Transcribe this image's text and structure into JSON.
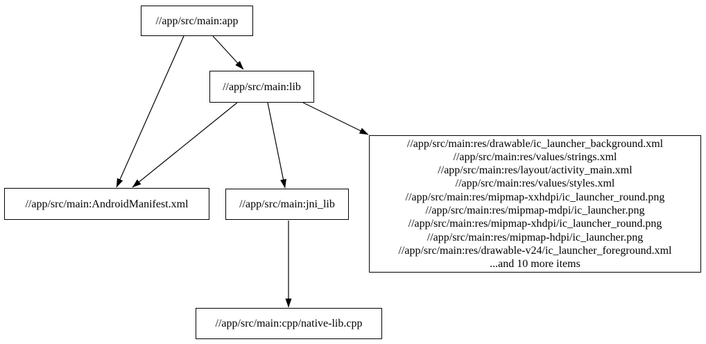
{
  "canvas": {
    "background_color": "#ffffff",
    "node_border_color": "#000000",
    "edge_color": "#000000",
    "text_color": "#000000"
  },
  "graph": {
    "type": "dependency-graph",
    "nodes": {
      "app": {
        "label": "//app/src/main:app"
      },
      "lib": {
        "label": "//app/src/main:lib"
      },
      "manifest": {
        "label": "//app/src/main:AndroidManifest.xml"
      },
      "jni_lib": {
        "label": "//app/src/main:jni_lib"
      },
      "res_group": {
        "lines": [
          "//app/src/main:res/drawable/ic_launcher_background.xml",
          "//app/src/main:res/values/strings.xml",
          "//app/src/main:res/layout/activity_main.xml",
          "//app/src/main:res/values/styles.xml",
          "//app/src/main:res/mipmap-xxhdpi/ic_launcher_round.png",
          "//app/src/main:res/mipmap-mdpi/ic_launcher.png",
          "//app/src/main:res/mipmap-xhdpi/ic_launcher_round.png",
          "//app/src/main:res/mipmap-hdpi/ic_launcher.png",
          "//app/src/main:res/drawable-v24/ic_launcher_foreground.xml",
          "...and 10 more items"
        ]
      },
      "native_cpp": {
        "label": "//app/src/main:cpp/native-lib.cpp"
      }
    },
    "edges": [
      {
        "from": "app",
        "to": "lib"
      },
      {
        "from": "app",
        "to": "manifest"
      },
      {
        "from": "lib",
        "to": "manifest"
      },
      {
        "from": "lib",
        "to": "jni_lib"
      },
      {
        "from": "lib",
        "to": "res_group"
      },
      {
        "from": "jni_lib",
        "to": "native_cpp"
      }
    ]
  }
}
